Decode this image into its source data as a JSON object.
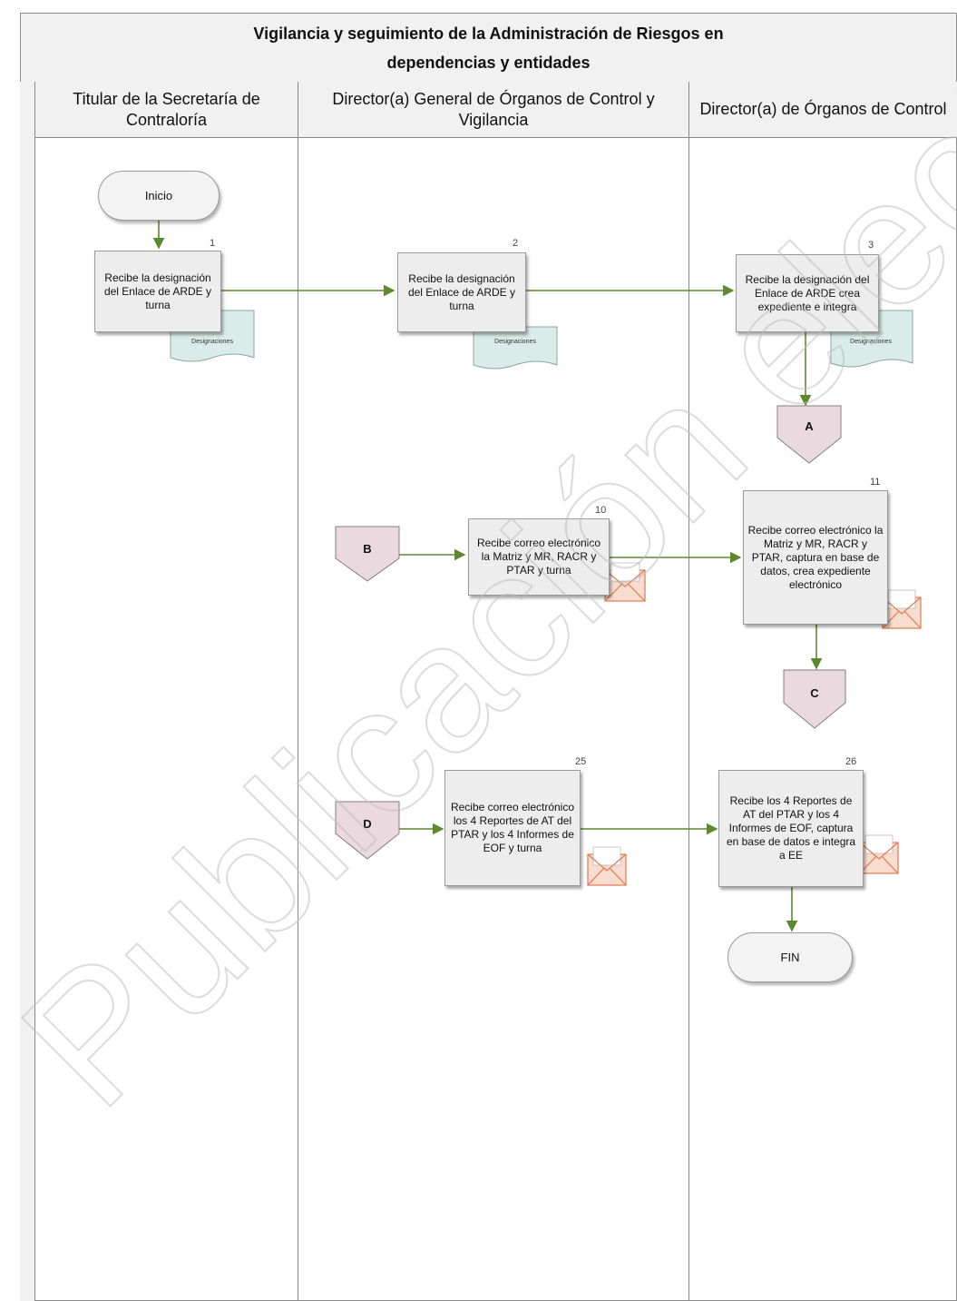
{
  "page_header_fragment": "",
  "title": "Vigilancia y seguimiento de la Administración de Riesgos en dependencias y entidades",
  "lanes": [
    "Titular de la Secretaría de Contraloría",
    "Director(a) General de Órganos de Control y Vigilancia",
    "Director(a) de Órganos de Control"
  ],
  "terminals": {
    "start": "Inicio",
    "end": "FIN"
  },
  "steps": [
    {
      "num": "1",
      "text": "Recibe la designación del Enlace de ARDE y turna"
    },
    {
      "num": "2",
      "text": "Recibe la designación del Enlace de ARDE y turna"
    },
    {
      "num": "3",
      "text": "Recibe la designación del Enlace de ARDE crea expediente e integra"
    },
    {
      "num": "10",
      "text": "Recibe correo electrónico la Matriz y MR, RACR y PTAR y turna"
    },
    {
      "num": "11",
      "text": "Recibe correo electrónico la Matriz y MR, RACR y PTAR, captura en base de datos, crea expediente electrónico"
    },
    {
      "num": "25",
      "text": "Recibe correo electrónico los 4 Reportes de AT del PTAR y los 4 Informes de EOF y turna"
    },
    {
      "num": "26",
      "text": "Recibe los 4 Reportes de AT del PTAR y los 4 Informes de EOF, captura en base de datos e integra a EE"
    }
  ],
  "documents": [
    "Designaciones",
    "Designaciones",
    "Designaciones"
  ],
  "connectors": [
    "A",
    "B",
    "C",
    "D"
  ],
  "watermark": "Publicación electrónica",
  "colors": {
    "header_bg": "#f1f1f1",
    "box_bg": "#ededed",
    "connector_fill": "#ead9de",
    "document_fill": "#d9ece7",
    "arrow": "#5d8a2f",
    "envelope": "#e07a4f"
  }
}
